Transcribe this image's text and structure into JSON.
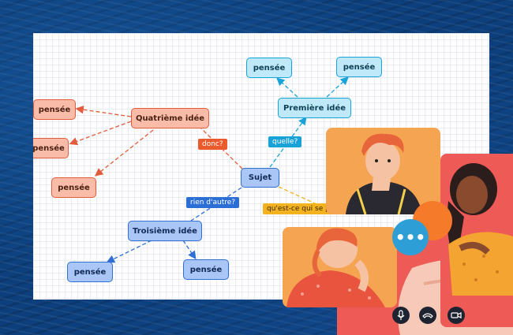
{
  "mindmap": {
    "center": "Sujet",
    "branch_1": {
      "label": "Première idée",
      "thoughts": [
        "pensée",
        "pensée"
      ]
    },
    "branch_3": {
      "label": "Troisième idée",
      "thoughts": [
        "pensée",
        "pensée"
      ]
    },
    "branch_4": {
      "label": "Quatrième idée",
      "thoughts": [
        "pensée",
        "pensée",
        "pensée"
      ]
    },
    "connectors": {
      "to_branch_1": "quelle?",
      "to_branch_3": "rien d'autre?",
      "to_branch_4": "donc?",
      "to_branch_2": "qu'est-ce qui se passe"
    }
  },
  "call_controls": [
    "microphone-icon",
    "hang-up-icon",
    "video-camera-icon"
  ],
  "colors": {
    "orange_node": "#f9bca9",
    "cyan_node": "#bfe9f8",
    "blue_node": "#a9c6f6",
    "orange_line": "#e35c3d",
    "cyan_line": "#1aa3d9",
    "blue_line": "#2f6fd3",
    "yellow_tag": "#f3b321",
    "panel_orange": "#f5a552",
    "panel_red": "#ee5a56"
  }
}
